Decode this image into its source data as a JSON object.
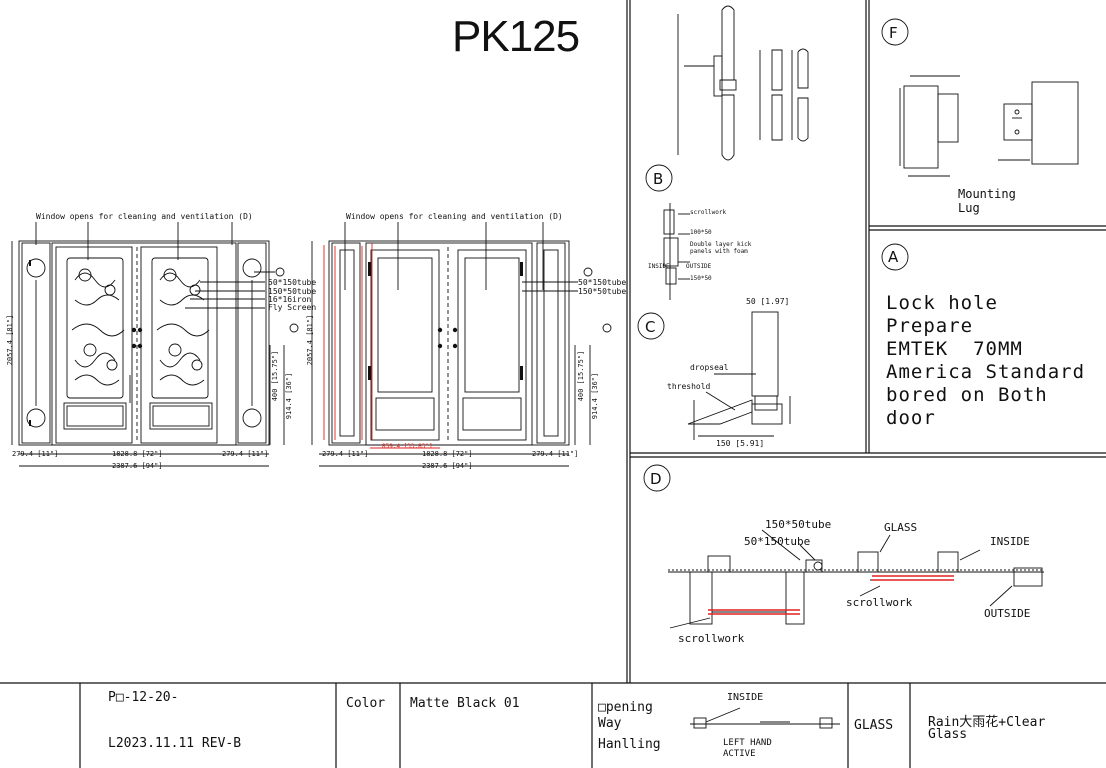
{
  "title": "PK125",
  "elevation_left": {
    "note": "Window opens for cleaning and ventilation (D)",
    "callouts": [
      "50*150tube",
      "150*50tube",
      "16*16iron",
      "Fly Screen"
    ],
    "dims": {
      "overall": "2387.6 [94\"]",
      "center": "1828.8 [72\"]",
      "side_l": "279.4 [11\"]",
      "side_r": "279.4 [11\"]",
      "height": "2057.4 [81\"]",
      "h400": "400 [15.75\"]",
      "h914": "914.4 [36\"]"
    }
  },
  "elevation_right": {
    "note": "Window opens for cleaning and ventilation (D)",
    "callouts": [
      "50*150tube",
      "150*50tube"
    ],
    "dims": {
      "overall": "2387.6 [94\"]",
      "center": "1828.8 [72\"]",
      "side_l": "279.4 [11\"]",
      "side_r": "279.4 [11\"]",
      "height": "2057.4 [81\"]",
      "h400": "400 [15.75\"]",
      "h914": "914.4 [36\"]",
      "glass_w": "859.4 [33.83\"]"
    }
  },
  "detail_b": {
    "label": "B"
  },
  "detail_c": {
    "label": "C",
    "scrollwork": "scrollwork",
    "kick": "Double layer kick panels with foam",
    "inside": "INSIDE",
    "outside": "OUTSIDE",
    "tube_a": "100*50",
    "tube_b": "150*50",
    "dropseal": "dropseal",
    "threshold": "threshold",
    "dim_top": "50 [1.97]",
    "dim_bottom": "150 [5.91]"
  },
  "detail_f": {
    "label": "F",
    "caption_1": "Mounting",
    "caption_2": "Lug"
  },
  "detail_a": {
    "label": "A",
    "note": "Lock hole\nPrepare\nEMTEK  70MM\nAmerica Standard\nbored on Both\ndoor"
  },
  "detail_d": {
    "label": "D",
    "tube_1": "150*50tube",
    "tube_2": "50*150tube",
    "glass": "GLASS",
    "inside": "INSIDE",
    "outside": "OUTSIDE",
    "scroll_1": "scrollwork",
    "scroll_2": "scrollwork"
  },
  "title_block": {
    "po": "P□-12-20-",
    "rev": "L2023.11.11 REV-B",
    "color_label": "Color",
    "color_value": "Matte Black 01",
    "opening_1": "□pening",
    "opening_2": "Way",
    "opening_3": "Hanlling",
    "inside": "INSIDE",
    "hand_1": "LEFT HAND",
    "hand_2": "ACTIVE",
    "glass_label": "GLASS",
    "glass_value_1": "Rain大雨花+Clear",
    "glass_value_2": "Glass"
  },
  "colors": {
    "line": "#111111",
    "red": "#e02020"
  }
}
